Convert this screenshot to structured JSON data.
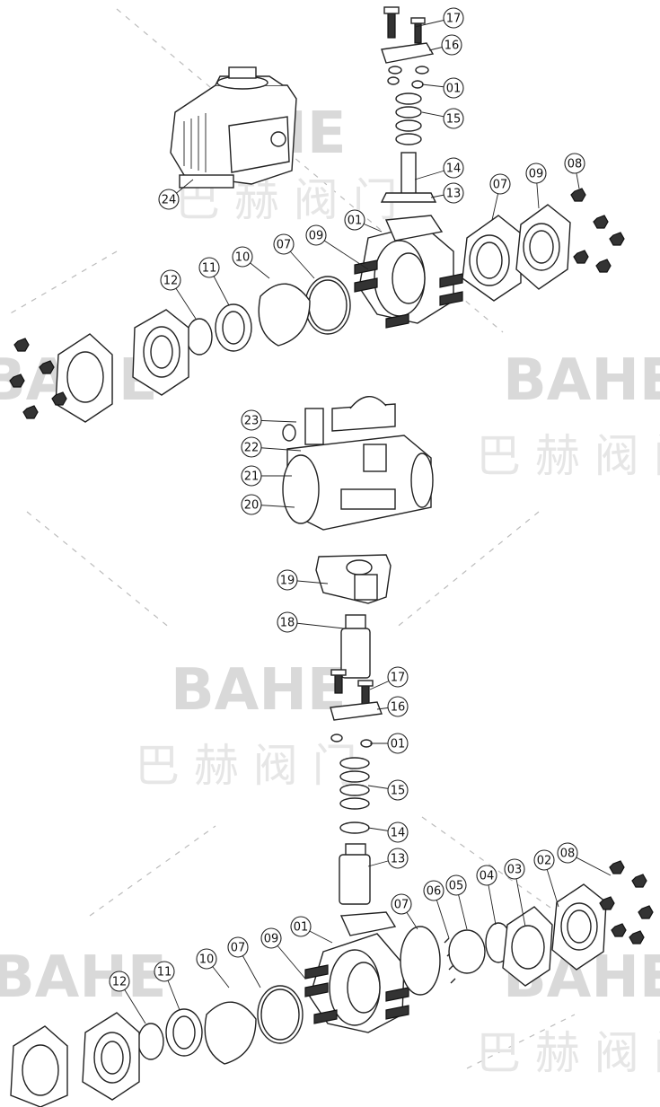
{
  "watermark": {
    "brand": "BAHE",
    "brand_cn": "巴 赫 阀 门"
  },
  "callouts": [
    {
      "id": "c-17-top",
      "label": "17"
    },
    {
      "id": "c-16-top",
      "label": "16"
    },
    {
      "id": "c-01-top",
      "label": "01"
    },
    {
      "id": "c-15-top",
      "label": "15"
    },
    {
      "id": "c-14-top",
      "label": "14"
    },
    {
      "id": "c-13-top",
      "label": "13"
    },
    {
      "id": "c-24",
      "label": "24"
    },
    {
      "id": "c-08-top",
      "label": "08"
    },
    {
      "id": "c-07-top-r",
      "label": "07"
    },
    {
      "id": "c-09-top-r",
      "label": "09"
    },
    {
      "id": "c-01-top-body",
      "label": "01"
    },
    {
      "id": "c-09-top-l",
      "label": "09"
    },
    {
      "id": "c-07-top-l",
      "label": "07"
    },
    {
      "id": "c-10-top",
      "label": "10"
    },
    {
      "id": "c-11-top",
      "label": "11"
    },
    {
      "id": "c-12-top",
      "label": "12"
    },
    {
      "id": "c-23",
      "label": "23"
    },
    {
      "id": "c-22",
      "label": "22"
    },
    {
      "id": "c-21",
      "label": "21"
    },
    {
      "id": "c-20",
      "label": "20"
    },
    {
      "id": "c-19",
      "label": "19"
    },
    {
      "id": "c-18",
      "label": "18"
    },
    {
      "id": "c-17-bot",
      "label": "17"
    },
    {
      "id": "c-16-bot",
      "label": "16"
    },
    {
      "id": "c-01-bot",
      "label": "01"
    },
    {
      "id": "c-15-bot",
      "label": "15"
    },
    {
      "id": "c-14-bot",
      "label": "14"
    },
    {
      "id": "c-13-bot",
      "label": "13"
    },
    {
      "id": "c-07-bot-r",
      "label": "07"
    },
    {
      "id": "c-06",
      "label": "06"
    },
    {
      "id": "c-05",
      "label": "05"
    },
    {
      "id": "c-04",
      "label": "04"
    },
    {
      "id": "c-03",
      "label": "03"
    },
    {
      "id": "c-02",
      "label": "02"
    },
    {
      "id": "c-08-bot",
      "label": "08"
    },
    {
      "id": "c-01-bot-body",
      "label": "01"
    },
    {
      "id": "c-09-bot",
      "label": "09"
    },
    {
      "id": "c-07-bot-l",
      "label": "07"
    },
    {
      "id": "c-10-bot",
      "label": "10"
    },
    {
      "id": "c-11-bot",
      "label": "11"
    },
    {
      "id": "c-12-bot",
      "label": "12"
    }
  ]
}
